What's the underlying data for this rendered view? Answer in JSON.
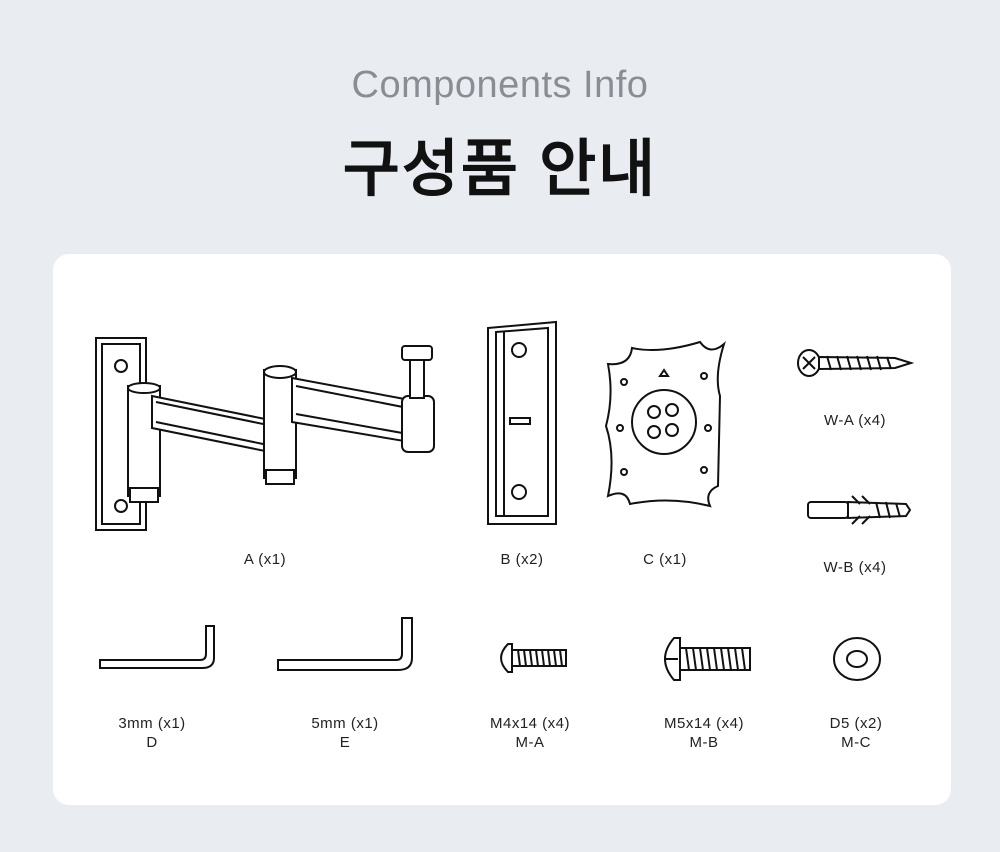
{
  "header": {
    "subtitle": "Components Info",
    "title": "구성품 안내"
  },
  "components": [
    {
      "id": "A",
      "label": "A (x1)"
    },
    {
      "id": "B",
      "label": "B (x2)"
    },
    {
      "id": "C",
      "label": "C (x1)"
    },
    {
      "id": "WA",
      "label": "W-A (x4)"
    },
    {
      "id": "WB",
      "label": "W-B (x4)"
    },
    {
      "id": "D",
      "label": "3mm (x1)",
      "code": "D"
    },
    {
      "id": "E",
      "label": "5mm (x1)",
      "code": "E"
    },
    {
      "id": "MA",
      "label": "M4x14 (x4)",
      "code": "M-A"
    },
    {
      "id": "MB",
      "label": "M5x14 (x4)",
      "code": "M-B"
    },
    {
      "id": "MC",
      "label": "D5 (x2)",
      "code": "M-C"
    }
  ]
}
